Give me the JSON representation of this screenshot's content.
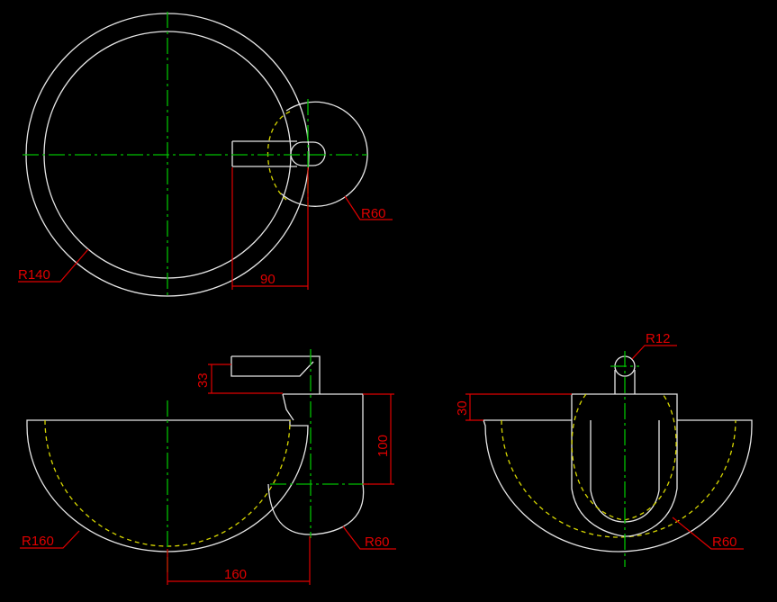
{
  "drawing": {
    "colors": {
      "background": "#000000",
      "geometry": "#e6e6e6",
      "centerline": "#00c000",
      "hidden_line": "#d6d600",
      "dimension": "#e00000"
    },
    "top_view": {
      "r_outer": "R140",
      "r_small": "R60",
      "offset": "90"
    },
    "front_view": {
      "r_bowl": "R160",
      "r_small": "R60",
      "width": "160",
      "height_100": "100",
      "height_33": "33"
    },
    "side_view": {
      "r_pin": "R12",
      "r_small": "R60",
      "height_30": "30"
    }
  }
}
